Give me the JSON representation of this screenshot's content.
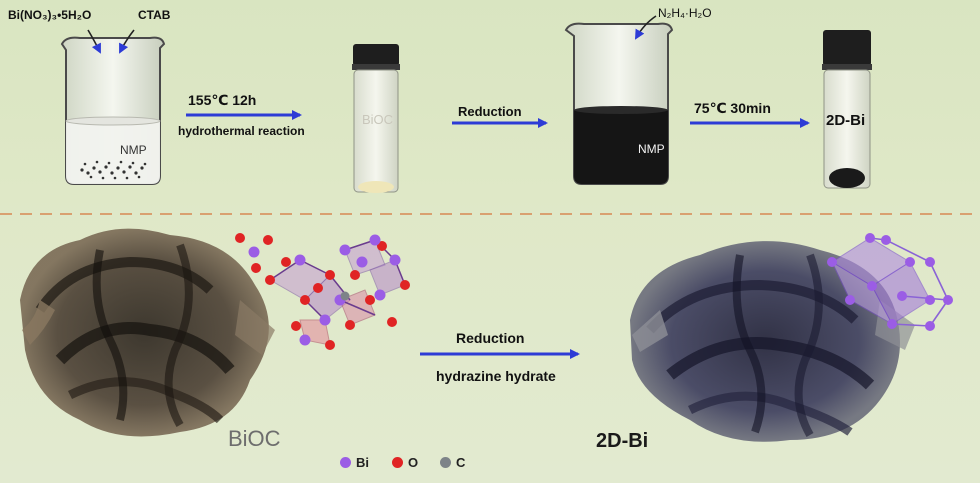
{
  "top": {
    "reagents": [
      "Bi(NO₃)₃•5H₂O",
      "CTAB"
    ],
    "solvent_1": "NMP",
    "step1": {
      "line1": "155℃ 12h",
      "line2": "hydrothermal reaction"
    },
    "vial1_label": "BiOC",
    "step2": "Reduction",
    "reagent_2": "N₂H₄·H₂O",
    "solvent_2": "NMP",
    "step3": "75℃ 30min",
    "product": "2D-Bi"
  },
  "bottom": {
    "left_label": "BiOC",
    "arrow_line1": "Reduction",
    "arrow_line2": "hydrazine hydrate",
    "right_label": "2D-Bi"
  },
  "legend": [
    {
      "label": "Bi",
      "color": "#9b5de5"
    },
    {
      "label": "O",
      "color": "#e02424"
    },
    {
      "label": "C",
      "color": "#7d8388"
    }
  ],
  "colors": {
    "arrow": "#2d3bd6",
    "divider": "#d9a070",
    "bi": "#9b5de5",
    "o": "#e02424"
  }
}
